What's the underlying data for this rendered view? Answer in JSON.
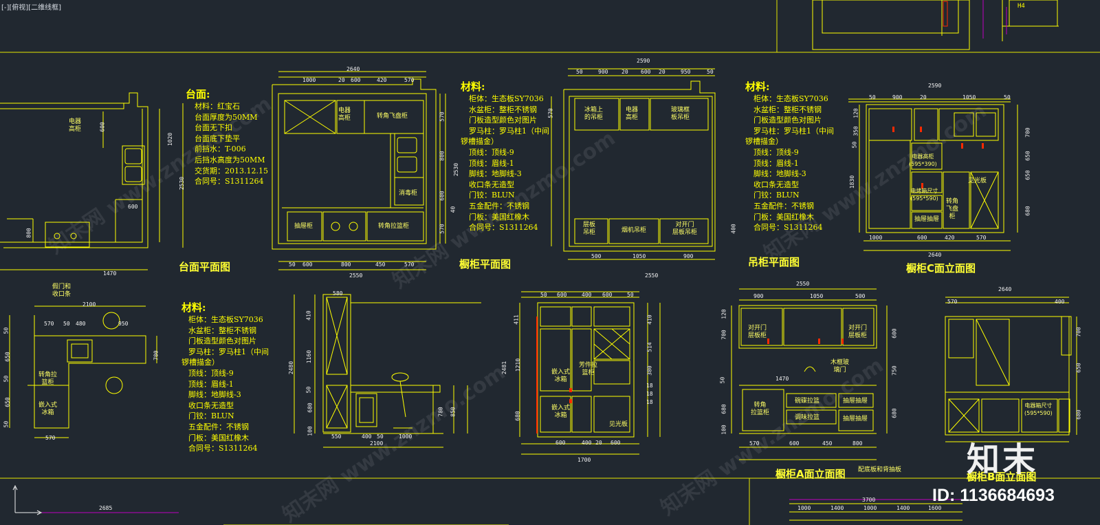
{
  "viewport": {
    "label": "[-][俯视][二维线框]"
  },
  "overlay": {
    "logo_text": "知末",
    "id_text": "ID: 1136684693",
    "watermark": "知末网 www.znzmo.com"
  },
  "colors": {
    "background": "#212830",
    "line": "#ffff00",
    "border_line": "#e8e800",
    "text": "#ffff00",
    "dim_text": "#f2f2f2",
    "red_mark": "#ff2a00",
    "magenta": "#c000c0"
  },
  "titles": {
    "countertop_plan": "台面平面图",
    "cabinet_plan": "橱柜平面图",
    "wall_cabinet_plan": "吊柜平面图",
    "cabinet_c_elev": "橱柜C面立面图",
    "cabinet_a_elev": "橱柜A面立面图",
    "cabinet_b_elev": "橱柜B面立面图"
  },
  "notes_countertop": {
    "heading": "台面:",
    "lines": [
      "材料：红宝石",
      "台面厚度为50MM",
      "台面无下扣",
      "台面底下垫平",
      "前挡水：T-006",
      "后挡水高度为50MM",
      "交货期：2013.12.15",
      "合同号：S1311264"
    ]
  },
  "notes_cabinet": {
    "heading": "材料:",
    "lines": [
      "柜体：生态板SY7036",
      "水盆柜：整柜不锈钢",
      "门板造型颜色对图片",
      "罗马柱：罗马柱1（中间",
      "锣槽描金）",
      "顶线：顶线-9",
      "顶线：眉线-1",
      "脚线：地脚线-3",
      "收口条无造型",
      "门铰：BLUN",
      "五金配件：不锈钢",
      "门板：美国红橡木",
      "合同号：S1311264"
    ]
  },
  "notes_wall": {
    "heading": "材料:",
    "lines": [
      "柜体：生态板SY7036",
      "水盆柜：整柜不锈钢",
      "门板造型颜色对图片",
      "罗马柱：罗马柱1（中间",
      "锣槽描金）",
      "顶线：顶线-9",
      "顶线：眉线-1",
      "脚线：地脚线-3",
      "收口条无造型",
      "门铰：BLUN",
      "五金配件：不锈钢",
      "门板：美国红橡木",
      "合同号：S1311264"
    ]
  },
  "notes_lower": {
    "heading": "材料:",
    "lines": [
      "柜体：生态板SY7036",
      "水盆柜：整柜不锈钢",
      "门板造型颜色对图片",
      "罗马柱：罗马柱1（中间",
      "锣槽描金）",
      "顶线：顶线-9",
      "顶线：眉线-1",
      "脚线：地脚线-3",
      "收口条无造型",
      "门铰：BLUN",
      "五金配件：不锈钢",
      "门板：美国红橡木",
      "合同号：S1311264"
    ]
  },
  "labels": {
    "p1_appliance": "电器\n高柜",
    "p2_appliance": "电器\n高柜",
    "p2_corner_fly": "转角飞盘柜",
    "p2_disinfect": "消毒柜",
    "p2_drawer": "抽屉柜",
    "p2_corner_pull": "转角拉篮柜",
    "p3_fridge": "冰箱上\n的吊柜",
    "p3_appliance": "电器\n高柜",
    "p3_glass": "玻璃框\n板吊柜",
    "p3_layer": "层板\n吊柜",
    "p3_hood": "烟机吊柜",
    "p3_double_door": "对开门\n层板吊柜",
    "c_oven": "电器高柜\n(595*390)",
    "c_light": "见光板",
    "c_microwave": "电烤箱尺寸\n(595*590)",
    "c_fly": "转角\n飞盘\n柜",
    "c_drawer": "抽屉抽屉",
    "a_double_door": "对开门\n层板柜",
    "a_double_door2": "对开门\n层板柜",
    "a_wood_glass": "木框玻\n璃门",
    "a_corner_pull": "转角\n拉篮柜",
    "a_drawer1": "碗碟拉篮",
    "a_drawer2": "调味拉篮",
    "a_drawer3": "抽屉抽屉",
    "a_drawer4": "抽屉抽屉",
    "a_base_note": "配底板和背抽板",
    "b_microwave": "电器箱尺寸\n(595*590)",
    "l_door": "假门和\n收口条",
    "l_corner": "转角拉\n篮柜",
    "l_fridge": "嵌入式\n冰箱",
    "s_fridge": "嵌入式\n冰箱",
    "s_basin": "芳件拉\n篮柜",
    "s_light": "见光板"
  },
  "dims": {
    "p1_width": "1470",
    "p1_depth": "2530",
    "p1_right": "1020",
    "p1_600": "600",
    "p1_600b": "600",
    "p1_800": "800",
    "p2_top": "2640",
    "p2_top_segs": [
      "1000",
      "20",
      "600",
      "420",
      "570"
    ],
    "p2_bottom": "2550",
    "p2_bottom_segs": [
      "50",
      "600",
      "800",
      "450",
      "570"
    ],
    "p2_right": [
      "570",
      "800",
      "600",
      "570"
    ],
    "p2_left_2530": "2530",
    "p2_right_40": "40",
    "p3_top": "2590",
    "p3_top_segs": [
      "50",
      "900",
      "20",
      "600",
      "20",
      "950",
      "50"
    ],
    "p3_bottom": [
      "500",
      "1050",
      "900"
    ],
    "p3_left": "570",
    "p3_right": "400",
    "c_top": "2590",
    "c_top_segs": [
      "50",
      "900",
      "20",
      "1050",
      "50"
    ],
    "c_bottom": "2640",
    "c_bottom_segs": [
      "1000",
      "600",
      "420",
      "570"
    ],
    "c_right": [
      "700",
      "650",
      "650",
      "680"
    ],
    "c_left": [
      "120",
      "350",
      "50",
      "1830"
    ],
    "l_top": "2100",
    "l_top_segs": [
      "570",
      "50",
      "480",
      "950"
    ],
    "l_left": [
      "50",
      "650",
      "50",
      "650",
      "50"
    ],
    "l_bottom": "570",
    "l_700": "700",
    "s_total": "2100",
    "s_segs": [
      "550",
      "400",
      "50",
      "1000"
    ],
    "s_height": "2480",
    "s_right": [
      "780",
      "850"
    ],
    "s_left": [
      "410",
      "1160",
      "50",
      "680",
      "100"
    ],
    "s_top": "580",
    "t_top": "2550",
    "t_top_segs": [
      "50",
      "600",
      "400",
      "600",
      "50"
    ],
    "t_bottom": "1700",
    "t_bottom_segs": [
      "600",
      "400",
      "20",
      "600"
    ],
    "t_height": "2481",
    "t_right": [
      "410",
      "514",
      "380",
      "18",
      "18",
      "18"
    ],
    "t_left": [
      "411",
      "1210",
      "680"
    ],
    "a_top": "2550",
    "a_top_segs": [
      "900",
      "1050",
      "500"
    ],
    "a_1470": "1470",
    "a_bottom": [
      "570",
      "600",
      "450",
      "800"
    ],
    "a_right": [
      "600",
      "750",
      "680"
    ],
    "a_left": [
      "120",
      "700",
      "50",
      "680",
      "100"
    ],
    "b_top": "2640",
    "b_top_segs": [
      "570",
      "400"
    ],
    "b_right": [
      "700",
      "650",
      "680"
    ]
  },
  "top_strip": {
    "label": "H4"
  },
  "bottom_strip": {
    "dims_a": [
      "3700"
    ],
    "dims_b": [
      "1000",
      "1400",
      "1000",
      "1400",
      "1600"
    ],
    "left_dim": "2685"
  }
}
